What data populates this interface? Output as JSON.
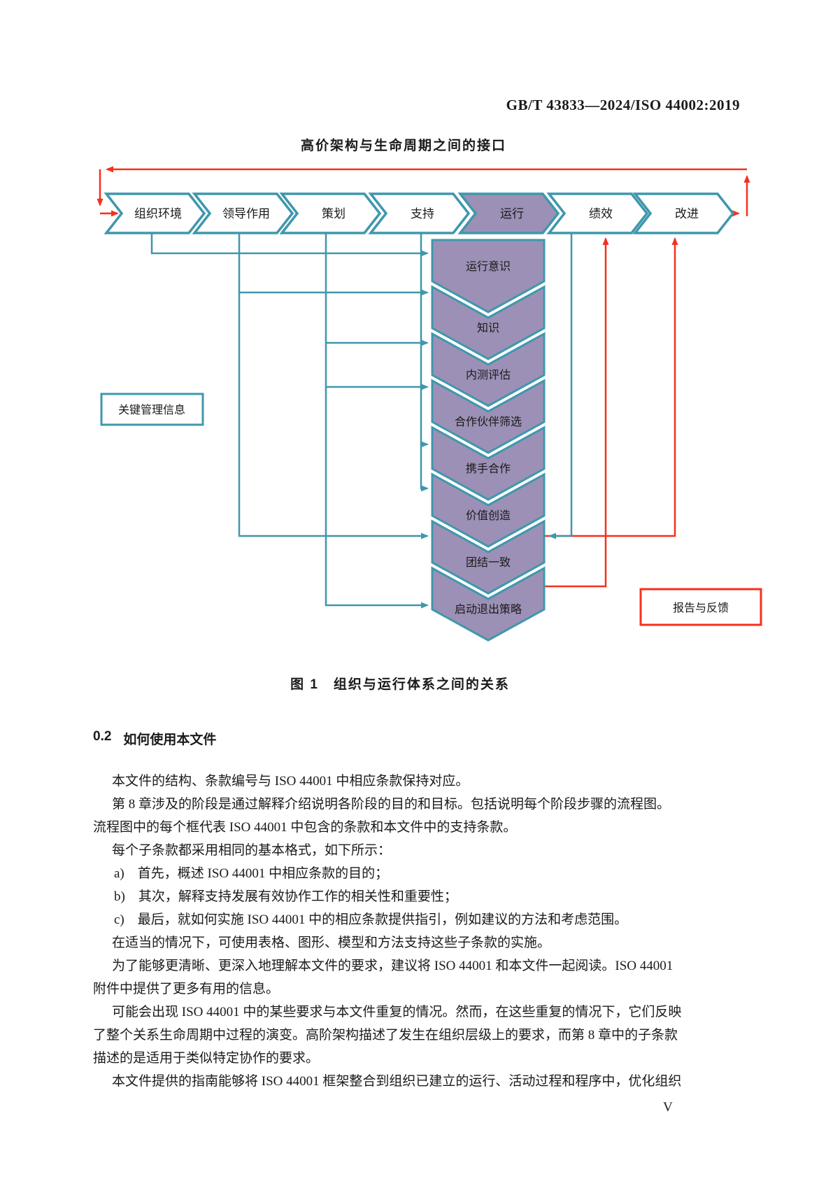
{
  "page": {
    "header": "GB/T 43833—2024/ISO 44002:2019",
    "page_number": "V"
  },
  "figure": {
    "title": "高价架构与生命周期之间的接口",
    "caption": "图 1　组织与运行体系之间的关系",
    "top_stages": [
      "组织环境",
      "领导作用",
      "策划",
      "支持",
      "运行",
      "绩效",
      "改进"
    ],
    "highlighted_stage": "运行",
    "chain_steps": [
      "运行意识",
      "知识",
      "内测评估",
      "合作伙伴筛选",
      "携手合作",
      "价值创造",
      "团结一致",
      "启动退出策略"
    ],
    "left_box": "关键管理信息",
    "right_box": "报告与反馈",
    "colors": {
      "teal": "#3f97ad",
      "purple": "#9c90b6",
      "red": "#f5301e"
    }
  },
  "section": {
    "number": "0.2",
    "title": "如何使用本文件",
    "lines": [
      {
        "t": "本文件的结构、条款编号与 ISO 44001 中相应条款保持对应。"
      },
      {
        "t": "第 8 章涉及的阶段是通过解释介绍说明各阶段的目的和目标。包括说明每个阶段步骤的流程图。"
      },
      {
        "t": "流程图中的每个框代表 ISO 44001 中包含的条款和本文件中的支持条款。"
      },
      {
        "t": "每个子条款都采用相同的基本格式，如下所示："
      },
      {
        "t": "a)　首先，概述 ISO 44001 中相应条款的目的；"
      },
      {
        "t": "b)　其次，解释支持发展有效协作工作的相关性和重要性；"
      },
      {
        "t": "c)　最后，就如何实施 ISO 44001 中的相应条款提供指引，例如建议的方法和考虑范围。"
      },
      {
        "t": "在适当的情况下，可使用表格、图形、模型和方法支持这些子条款的实施。"
      },
      {
        "t": "为了能够更清晰、更深入地理解本文件的要求，建议将 ISO 44001 和本文件一起阅读。ISO 44001"
      },
      {
        "t": "附件中提供了更多有用的信息。"
      },
      {
        "t": "可能会出现 ISO 44001 中的某些要求与本文件重复的情况。然而，在这些重复的情况下，它们反映"
      },
      {
        "t": "了整个关系生命周期中过程的演变。高阶架构描述了发生在组织层级上的要求，而第 8 章中的子条款"
      },
      {
        "t": "描述的是适用于类似特定协作的要求。"
      },
      {
        "t": "本文件提供的指南能够将 ISO 44001 框架整合到组织已建立的运行、活动过程和程序中，优化组织"
      }
    ]
  }
}
